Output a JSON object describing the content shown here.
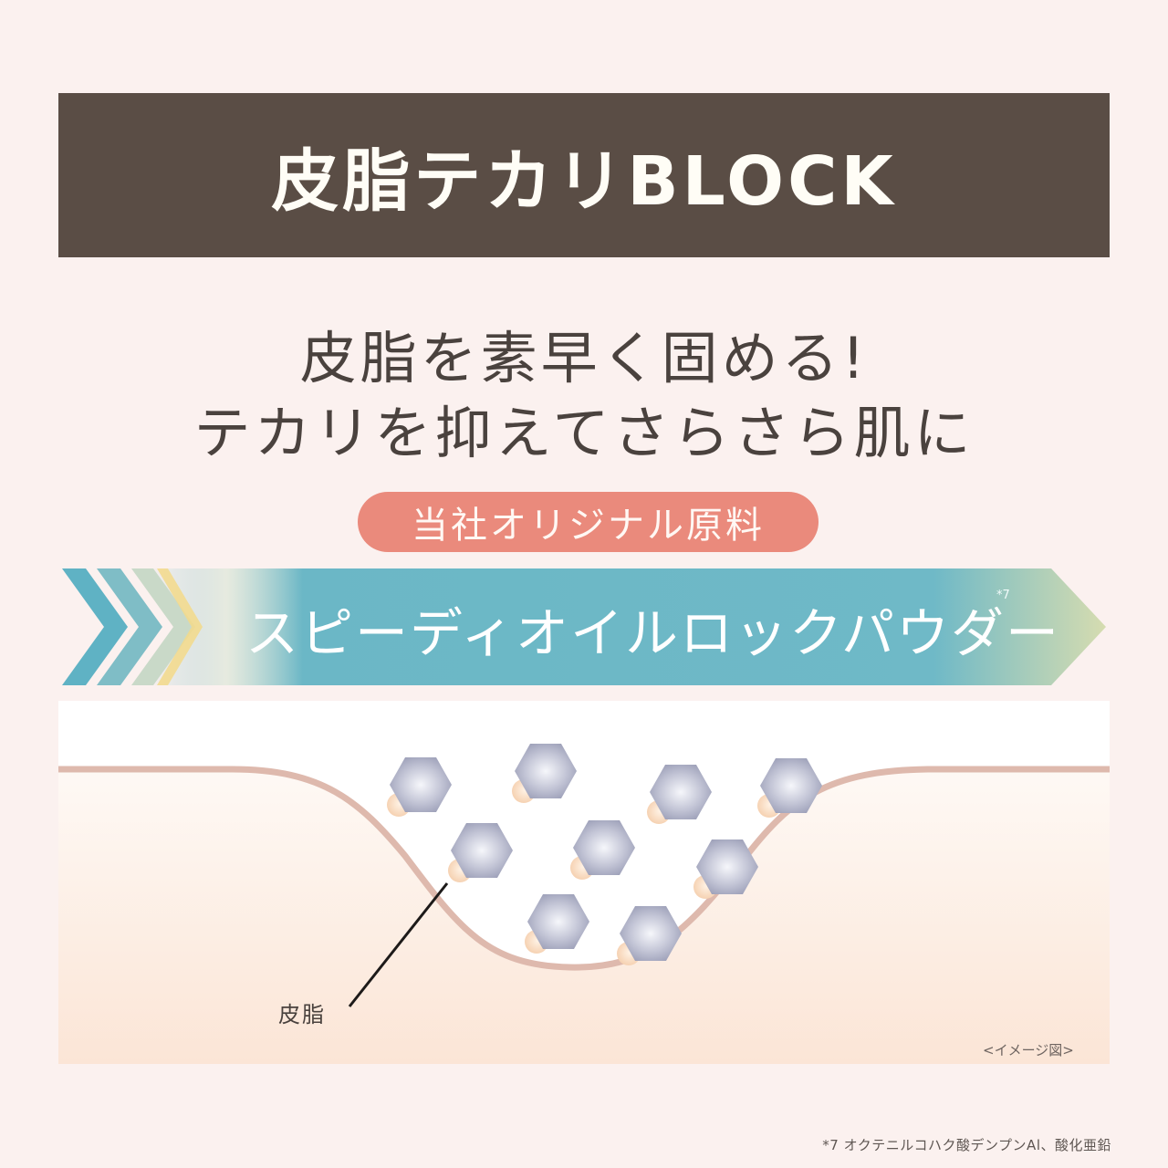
{
  "title_bar": {
    "title": "皮脂テカリBLOCK"
  },
  "headline": {
    "line1": "皮脂を素早く固める!",
    "line2": "テカリを抑えてさらさら肌に"
  },
  "badge": {
    "label": "当社オリジナル原料"
  },
  "banner": {
    "ingredient_name": "スピーディオイルロックパウダー",
    "footnote_mark": "*7"
  },
  "illustration": {
    "sebum_label": "皮脂",
    "image_note": "<イメージ図>",
    "particle_count": 10
  },
  "footnote": {
    "text": "*7 オクテニルコハク酸デンプンAl、酸化亜鉛"
  },
  "colors": {
    "background": "#fbf1ef",
    "title_bar": "#5a4d45",
    "badge": "#ea8a7c",
    "banner": "#6bb7c6",
    "skin_line": "#deb9ad",
    "particle": "#a9abc3"
  }
}
